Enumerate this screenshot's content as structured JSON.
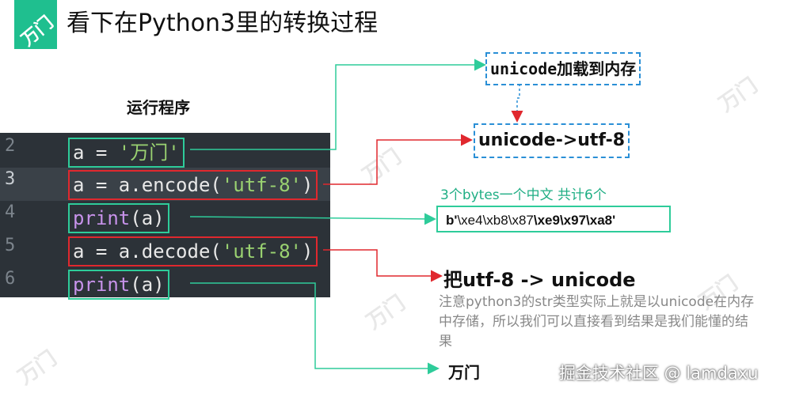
{
  "slide": {
    "logo_text": "万门",
    "title": "看下在Python3里的转换过程",
    "run_label": "运行程序"
  },
  "editor": {
    "lines": [
      {
        "num": "2",
        "code": "a = '万门'"
      },
      {
        "num": "3",
        "code": "a = a.encode('utf-8')"
      },
      {
        "num": "4",
        "code": "print(a)"
      },
      {
        "num": "5",
        "code": "a = a.decode('utf-8')"
      },
      {
        "num": "6",
        "code": "print(a)"
      }
    ]
  },
  "annotations": {
    "unicode_mem_mono": "unicode",
    "unicode_mem_rest": "加载到内存",
    "unicode_to_utf8": "unicode->utf-8",
    "bytes_note": "3个bytes一个中文 共计6个",
    "bytes_output": "b'\\xe4\\xb8\\x87\\xe9\\x97\\xa8'",
    "decode_title": "把utf-8 -> unicode",
    "note": "注意python3的str类型实际上就是以unicode在内存中存储，所以我们可以直接看到结果是我们能懂的结果",
    "result": "万门"
  },
  "footer": {
    "watermark": "掘金技术社区 @ lamdaxu"
  },
  "colors": {
    "green": "#2ecc9a",
    "red": "#e0282e",
    "blue_dashed": "#2a8fd6",
    "editor_bg": "#2c3238",
    "string_green": "#9ad271"
  }
}
